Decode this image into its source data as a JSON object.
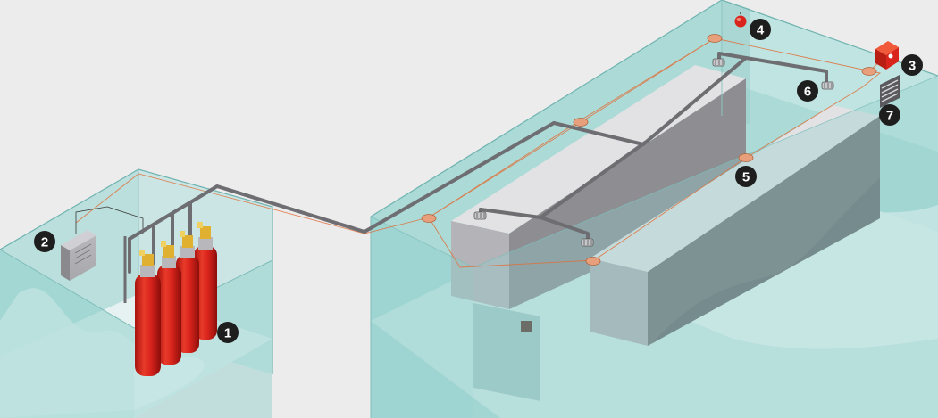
{
  "callouts": [
    "1",
    "2",
    "3",
    "4",
    "5",
    "6",
    "7"
  ],
  "colors": {
    "background": "#ececec",
    "room_glass": "#9fd3d0",
    "room_edge": "#6fb3b0",
    "cylinder_red": "#d9241c",
    "valve_brass": "#e0b030",
    "pipe_gray": "#6d6d72",
    "detector": "#e8a07c",
    "detection_wire": "#e0703a",
    "cabinet_gray": "#7c7c80",
    "callout_badge": "#1e1e1e"
  },
  "icons": [
    "cylinder-bank-icon",
    "control-panel-icon",
    "alarm-box-icon",
    "alarm-bell-icon",
    "smoke-detector-icon",
    "discharge-nozzle-icon",
    "pressure-vent-icon"
  ]
}
